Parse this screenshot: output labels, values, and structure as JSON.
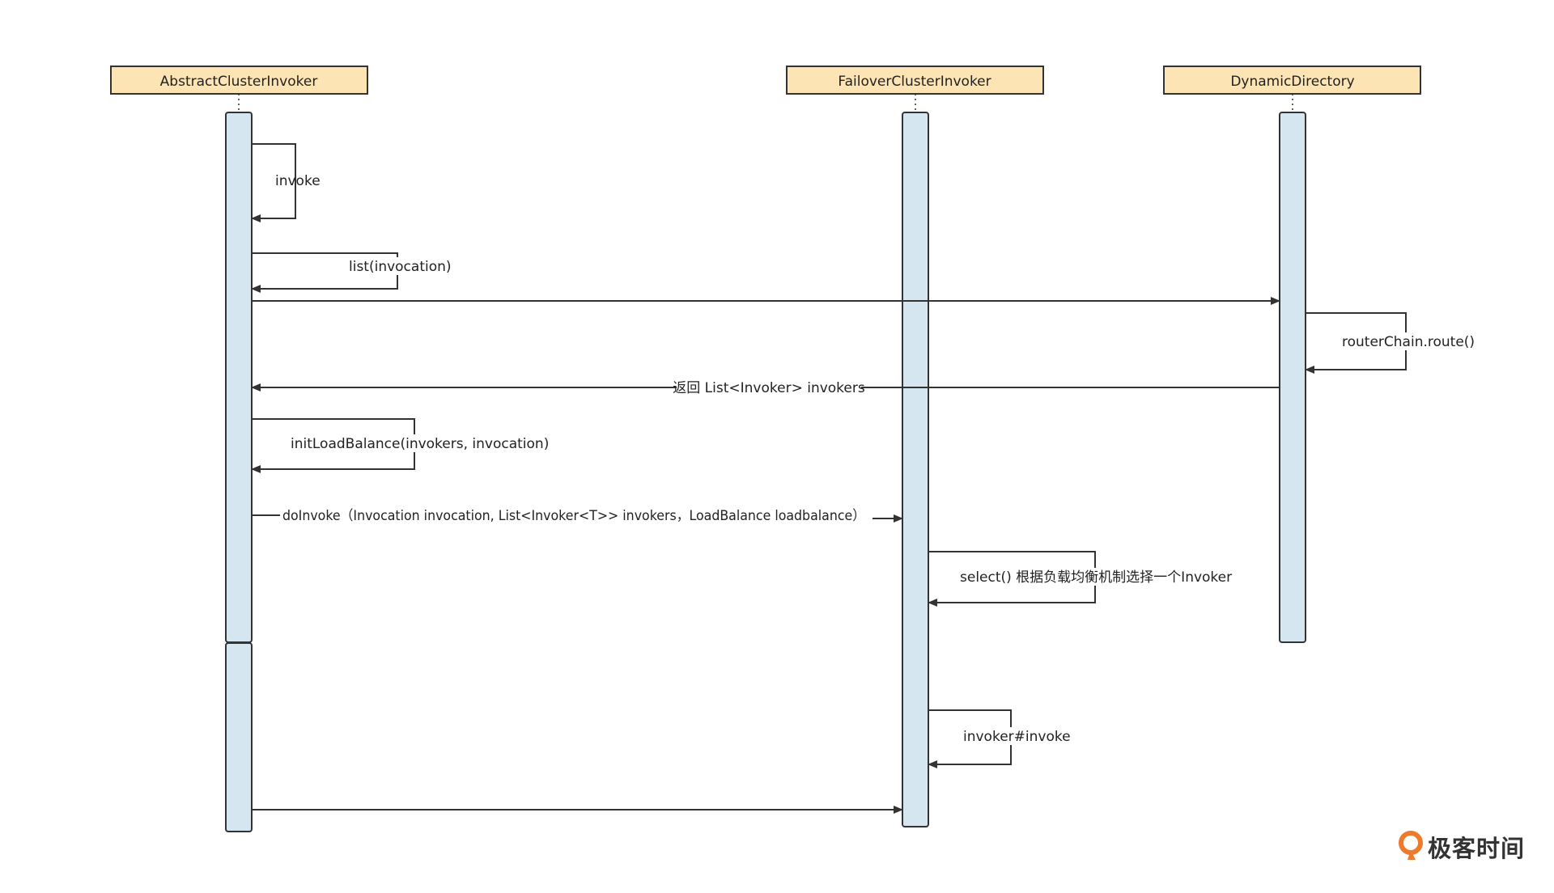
{
  "colors": {
    "header_fill": "#fce4b5",
    "activation_fill": "#d5e6f1",
    "stroke": "#333333",
    "brand_orange": "#f07a2b"
  },
  "participants": [
    {
      "id": "abstract",
      "name": "AbstractClusterInvoker"
    },
    {
      "id": "failover",
      "name": "FailoverClusterInvoker"
    },
    {
      "id": "directory",
      "name": "DynamicDirectory"
    }
  ],
  "messages": [
    {
      "id": "invoke",
      "from": "abstract",
      "to": "abstract",
      "label": "invoke"
    },
    {
      "id": "list",
      "from": "abstract",
      "to": "abstract",
      "label": "list(invocation)"
    },
    {
      "id": "call-directory",
      "from": "abstract",
      "to": "directory",
      "label": ""
    },
    {
      "id": "route",
      "from": "directory",
      "to": "directory",
      "label": "routerChain.route()"
    },
    {
      "id": "return-invokers",
      "from": "directory",
      "to": "abstract",
      "label": "返回 List<Invoker> invokers"
    },
    {
      "id": "init-lb",
      "from": "abstract",
      "to": "abstract",
      "label": "initLoadBalance(invokers, invocation)"
    },
    {
      "id": "do-invoke",
      "from": "abstract",
      "to": "failover",
      "label": "doInvoke（Invocation invocation, List<Invoker<T>> invokers，LoadBalance loadbalance）"
    },
    {
      "id": "select",
      "from": "failover",
      "to": "failover",
      "label": "select() 根据负载均衡机制选择一个Invoker"
    },
    {
      "id": "invoker-invoke",
      "from": "failover",
      "to": "failover",
      "label": "invoker#invoke"
    },
    {
      "id": "final-call",
      "from": "abstract",
      "to": "failover",
      "label": ""
    }
  ],
  "brand": {
    "text": "极客时间",
    "icon": "geektime-logo-icon"
  }
}
